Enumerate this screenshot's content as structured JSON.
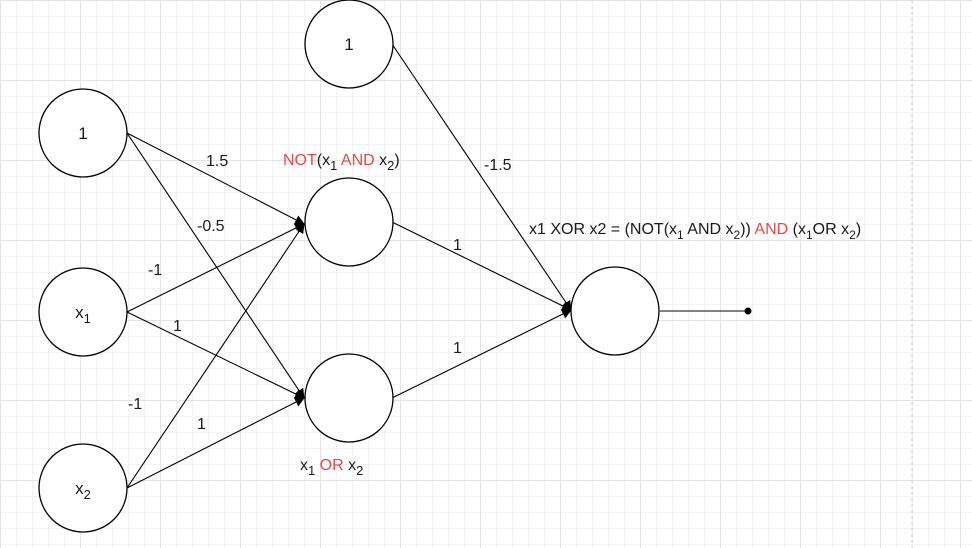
{
  "nodes": {
    "bias_input": "1",
    "x1_main": "x",
    "x1_sub": "1",
    "x2_main": "x",
    "x2_sub": "2",
    "bias_hidden": "1"
  },
  "weights": {
    "b_to_nand": "1.5",
    "b_to_or": "-0.5",
    "x1_to_nand": "-1",
    "x1_to_or": "1",
    "x2_to_nand": "-1",
    "x2_to_or": "1",
    "b2_to_out": "-1.5",
    "nand_to_out": "1",
    "or_to_out": "1"
  },
  "labels": {
    "nand": {
      "not_open": "NOT",
      "paren_open": "(x",
      "sub1": "1",
      "and": " AND ",
      "x2": "x",
      "sub2": "2",
      "paren_close": ")"
    },
    "or": {
      "x1": "x",
      "sub1": "1",
      "or": " OR ",
      "x2": "x",
      "sub2": "2"
    },
    "formula": {
      "lhs": "x1 XOR x2 = (NOT(x",
      "sub1": "1",
      "mid1": " AND x",
      "sub2": "2",
      "mid2": ")) ",
      "and": "AND",
      "mid3": " (x",
      "sub3": "1",
      "mid4": "OR x",
      "sub4": "2",
      "end": ")"
    }
  },
  "colors": {
    "accent": "#e04b4b",
    "stroke": "#000000",
    "text": "#1a1a1a"
  }
}
